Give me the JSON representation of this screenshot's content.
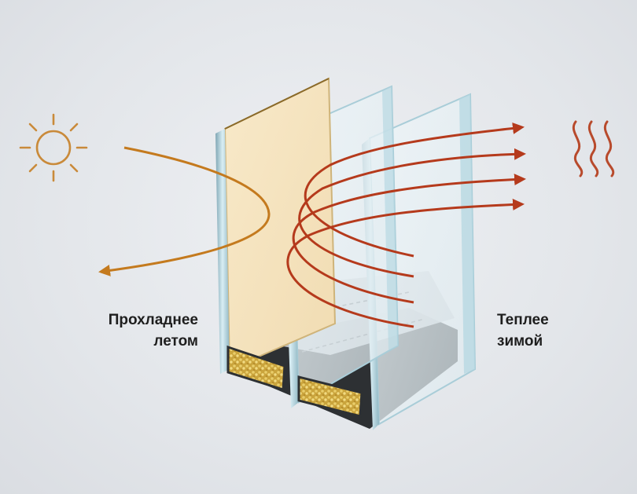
{
  "labels": {
    "left": [
      "Прохладнее",
      "летом"
    ],
    "right": [
      "Теплее",
      "зимой"
    ]
  },
  "colors": {
    "background": "#e3e6ea",
    "sun": "#c98a3a",
    "reflected_ray": "#c47a1e",
    "heat_ray": "#b53a1c",
    "heat_wave": "#b84a2c",
    "glass": "#cfe4ec",
    "glass_edge": "#9fc7d4",
    "spacer": "#3a3d40",
    "desiccant": "#d4b14a",
    "coated_pane": "#f6e2bb"
  },
  "icons": [
    "sun-icon",
    "heat-waves-icon"
  ]
}
